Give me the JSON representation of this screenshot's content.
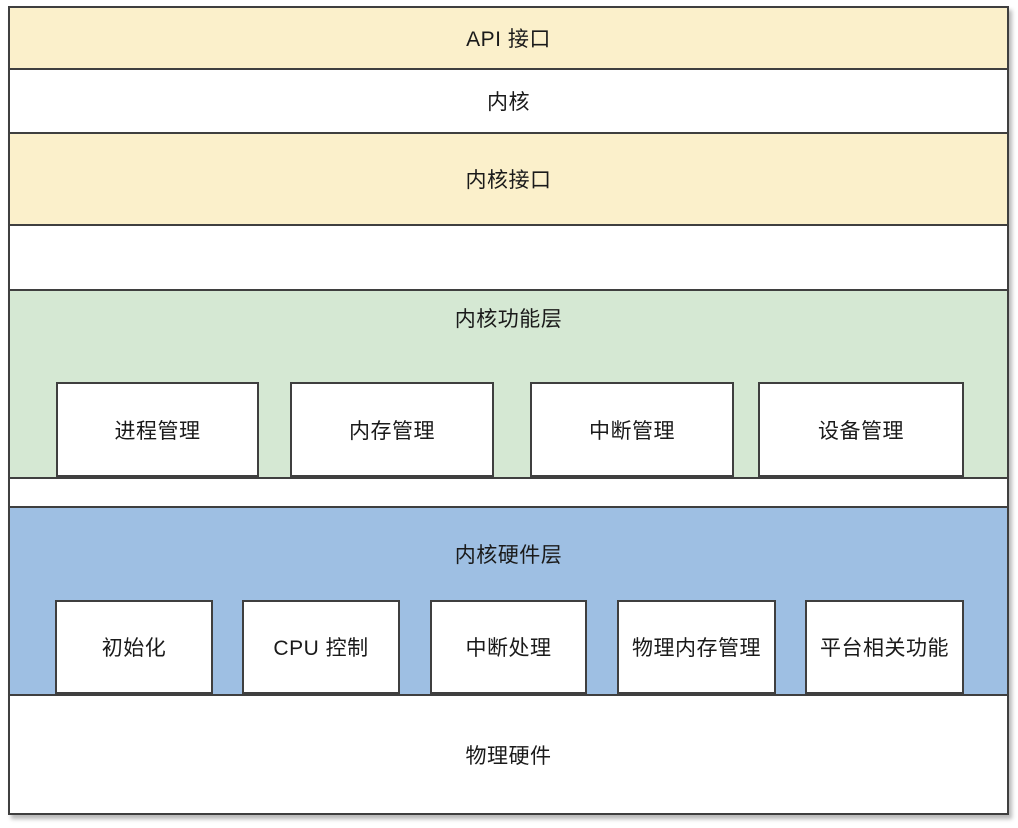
{
  "diagram_title": "kernel-architecture-layers",
  "colors": {
    "band_yellow": "#fbf0cb",
    "band_green": "#d5e8d3",
    "band_blue": "#9ebfe3",
    "band_white": "#ffffff",
    "border": "#3f3f3f",
    "text": "#1a1a1a",
    "page_background": "#ffffff"
  },
  "layers": {
    "api": {
      "label": "API 接口"
    },
    "kernel": {
      "label": "内核"
    },
    "kernel_interface": {
      "label": "内核接口"
    },
    "functional": {
      "title": "内核功能层",
      "boxes": [
        {
          "label": "进程管理"
        },
        {
          "label": "内存管理"
        },
        {
          "label": "中断管理"
        },
        {
          "label": "设备管理"
        }
      ]
    },
    "hardware": {
      "title": "内核硬件层",
      "boxes": [
        {
          "label": "初始化"
        },
        {
          "label": "CPU 控制"
        },
        {
          "label": "中断处理"
        },
        {
          "label": "物理内存管理"
        },
        {
          "label": "平台相关功能"
        }
      ]
    },
    "physical_hardware": {
      "label": "物理硬件"
    }
  }
}
